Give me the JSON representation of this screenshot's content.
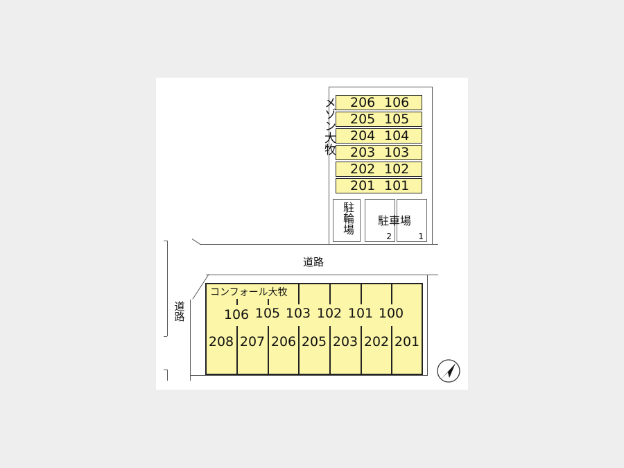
{
  "building_top": {
    "name": "メゾン大牧",
    "rows": [
      [
        "206",
        "106"
      ],
      [
        "205",
        "105"
      ],
      [
        "204",
        "104"
      ],
      [
        "203",
        "103"
      ],
      [
        "202",
        "102"
      ],
      [
        "201",
        "101"
      ]
    ]
  },
  "bicycle_parking": "駐輪場",
  "car_parking": {
    "label": "駐車場",
    "spaces": [
      "2",
      "1"
    ]
  },
  "road_horizontal": "道路",
  "road_vertical": "道路",
  "building_bottom": {
    "name": "コンフォール大牧",
    "upper": [
      "106",
      "105",
      "103",
      "102",
      "101",
      "100"
    ],
    "lower": [
      "208",
      "207",
      "206",
      "205",
      "203",
      "202",
      "201"
    ]
  },
  "compass": "north-arrow"
}
